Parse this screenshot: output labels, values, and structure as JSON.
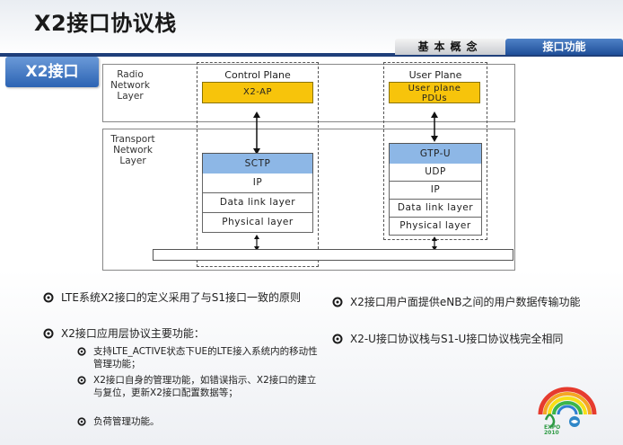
{
  "title": "X2接口协议栈",
  "nav": {
    "tab_basic": "基本概念",
    "tab_x2": "接口功能"
  },
  "section_label": "X2接口",
  "diagram": {
    "radio_layer": [
      "Radio",
      "Network",
      "Layer"
    ],
    "transport_layer": [
      "Transport",
      "Network",
      "Layer"
    ],
    "control_plane": {
      "title": "Control Plane",
      "app": "X2-AP",
      "stack": [
        "SCTP",
        "IP",
        "Data link layer",
        "Physical layer"
      ]
    },
    "user_plane": {
      "title": "User Plane",
      "app": [
        "User plane",
        "PDUs"
      ],
      "stack": [
        "GTP-U",
        "UDP",
        "IP",
        "Data link layer",
        "Physical layer"
      ]
    }
  },
  "bullets_left": [
    {
      "text": "LTE系统X2接口的定义采用了与S1接口一致的原则"
    },
    {
      "text": "X2接口应用层协议主要功能："
    },
    {
      "text": "支持LTE_ACTIVE状态下UE的LTE接入系统内的移动性管理功能；"
    },
    {
      "text": "X2接口自身的管理功能，如错误指示、X2接口的建立与复位，更新X2接口配置数据等；"
    },
    {
      "text": "负荷管理功能。"
    }
  ],
  "bullets_right": [
    {
      "text": "X2接口用户面提供eNB之间的用户数据传输功能"
    },
    {
      "text": "X2-U接口协议栈与S1-U接口协议栈完全相同"
    }
  ],
  "logo": {
    "expo_text": "EXPO",
    "year_text": "2010"
  },
  "colors": {
    "nav_blue": "#1f3f7a",
    "accent_blue": "#2b63b3",
    "yellow": "#f7c40b",
    "light_blue": "#8db7e6"
  }
}
